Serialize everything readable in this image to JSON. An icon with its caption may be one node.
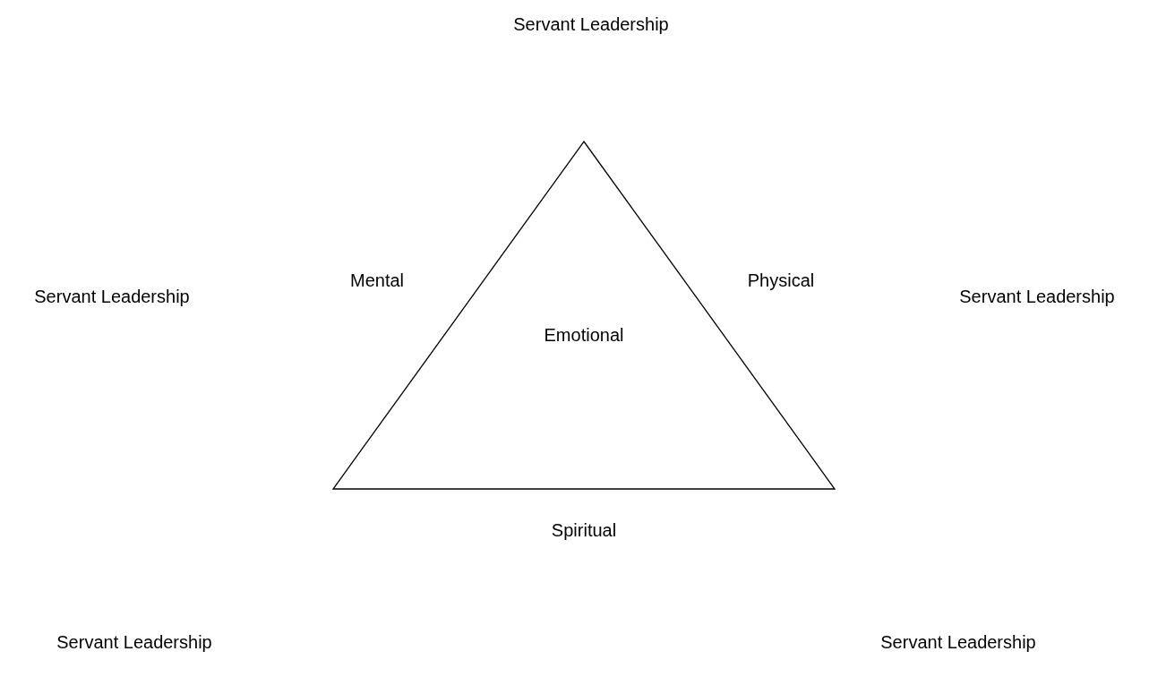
{
  "diagram": {
    "nodes": [
      {
        "text": [
          "Emotional"
        ]
      }
    ],
    "labels": [
      "Servant Leadership",
      "Servant Leadership",
      "Mental",
      "Physical",
      "Servant Leadership",
      "Spiritual",
      "Servant Leadership",
      "Servant Leadership"
    ]
  }
}
